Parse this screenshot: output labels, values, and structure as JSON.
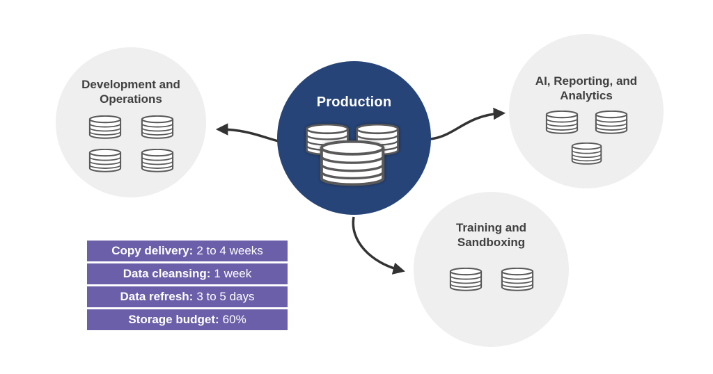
{
  "production": {
    "label": "Production",
    "database_count": 3
  },
  "nodes": [
    {
      "id": "development-operations",
      "label": "Development and\nOperations",
      "database_count": 4
    },
    {
      "id": "ai-reporting-analytics",
      "label": "AI, Reporting, and\nAnalytics",
      "database_count": 3
    },
    {
      "id": "training-sandboxing",
      "label": "Training and\nSandboxing",
      "database_count": 2
    }
  ],
  "metrics": [
    {
      "label": "Copy delivery:",
      "value": "2 to 4 weeks"
    },
    {
      "label": "Data cleansing:",
      "value": "1 week"
    },
    {
      "label": "Data refresh:",
      "value": "3 to 5 days"
    },
    {
      "label": "Storage budget:",
      "value": "60%"
    }
  ],
  "colors": {
    "production_blue": "#264478",
    "node_gray": "#f0efef",
    "metric_purple": "#6a5fa8",
    "arrow_dark": "#333333",
    "label_text": "#3f3f3f",
    "database_outline": "#595959"
  }
}
